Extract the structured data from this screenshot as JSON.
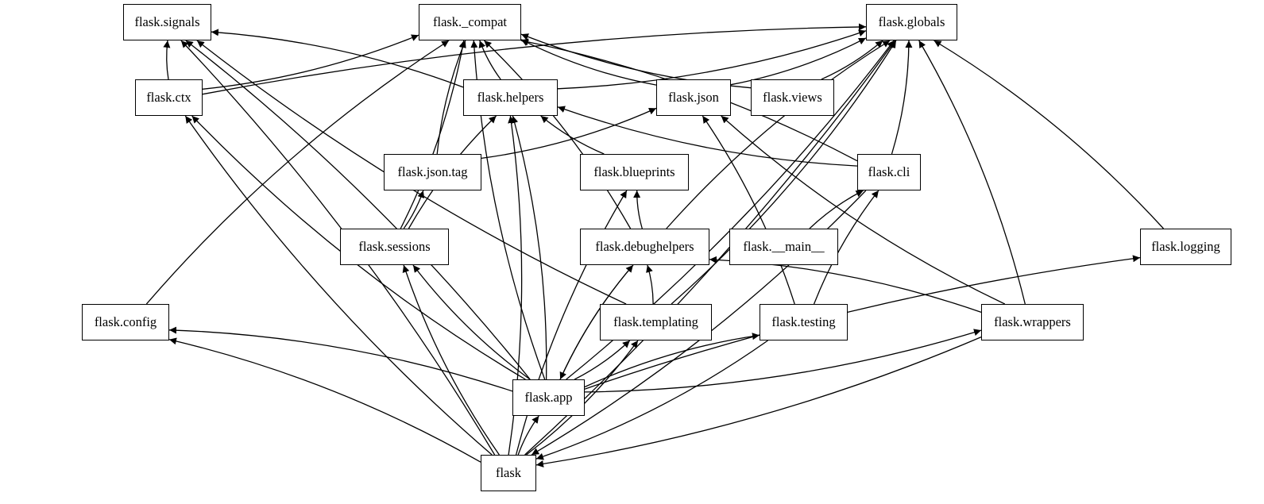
{
  "diagram": {
    "type": "module-dependency-graph",
    "colors": {
      "stroke": "#000000",
      "background": "#ffffff"
    },
    "nodes": [
      {
        "id": "signals",
        "label": "flask.signals"
      },
      {
        "id": "compat",
        "label": "flask._compat"
      },
      {
        "id": "globals",
        "label": "flask.globals"
      },
      {
        "id": "ctx",
        "label": "flask.ctx"
      },
      {
        "id": "helpers",
        "label": "flask.helpers"
      },
      {
        "id": "json",
        "label": "flask.json"
      },
      {
        "id": "views",
        "label": "flask.views"
      },
      {
        "id": "jsontag",
        "label": "flask.json.tag"
      },
      {
        "id": "blueprints",
        "label": "flask.blueprints"
      },
      {
        "id": "cli",
        "label": "flask.cli"
      },
      {
        "id": "sessions",
        "label": "flask.sessions"
      },
      {
        "id": "debughelpers",
        "label": "flask.debughelpers"
      },
      {
        "id": "main",
        "label": "flask.__main__"
      },
      {
        "id": "logging",
        "label": "flask.logging"
      },
      {
        "id": "config",
        "label": "flask.config"
      },
      {
        "id": "templating",
        "label": "flask.templating"
      },
      {
        "id": "testing",
        "label": "flask.testing"
      },
      {
        "id": "wrappers",
        "label": "flask.wrappers"
      },
      {
        "id": "app",
        "label": "flask.app"
      },
      {
        "id": "flask",
        "label": "flask"
      }
    ],
    "edges": [
      {
        "from": "ctx",
        "to": "signals"
      },
      {
        "from": "ctx",
        "to": "compat"
      },
      {
        "from": "ctx",
        "to": "globals"
      },
      {
        "from": "helpers",
        "to": "signals"
      },
      {
        "from": "helpers",
        "to": "compat"
      },
      {
        "from": "helpers",
        "to": "globals"
      },
      {
        "from": "json",
        "to": "compat"
      },
      {
        "from": "json",
        "to": "globals"
      },
      {
        "from": "views",
        "to": "compat"
      },
      {
        "from": "views",
        "to": "globals"
      },
      {
        "from": "jsontag",
        "to": "compat"
      },
      {
        "from": "jsontag",
        "to": "json"
      },
      {
        "from": "blueprints",
        "to": "helpers"
      },
      {
        "from": "cli",
        "to": "compat"
      },
      {
        "from": "cli",
        "to": "helpers"
      },
      {
        "from": "cli",
        "to": "globals"
      },
      {
        "from": "cli",
        "to": "flask"
      },
      {
        "from": "sessions",
        "to": "compat"
      },
      {
        "from": "sessions",
        "to": "helpers"
      },
      {
        "from": "sessions",
        "to": "jsontag"
      },
      {
        "from": "debughelpers",
        "to": "blueprints"
      },
      {
        "from": "debughelpers",
        "to": "compat"
      },
      {
        "from": "debughelpers",
        "to": "globals"
      },
      {
        "from": "debughelpers",
        "to": "app"
      },
      {
        "from": "main",
        "to": "cli"
      },
      {
        "from": "logging",
        "to": "globals"
      },
      {
        "from": "config",
        "to": "compat"
      },
      {
        "from": "templating",
        "to": "debughelpers"
      },
      {
        "from": "templating",
        "to": "signals"
      },
      {
        "from": "templating",
        "to": "globals"
      },
      {
        "from": "testing",
        "to": "cli"
      },
      {
        "from": "testing",
        "to": "json"
      },
      {
        "from": "testing",
        "to": "flask"
      },
      {
        "from": "wrappers",
        "to": "debughelpers"
      },
      {
        "from": "wrappers",
        "to": "json"
      },
      {
        "from": "wrappers",
        "to": "globals"
      },
      {
        "from": "wrappers",
        "to": "flask"
      },
      {
        "from": "app",
        "to": "signals"
      },
      {
        "from": "app",
        "to": "compat"
      },
      {
        "from": "app",
        "to": "globals"
      },
      {
        "from": "app",
        "to": "ctx"
      },
      {
        "from": "app",
        "to": "helpers"
      },
      {
        "from": "app",
        "to": "sessions"
      },
      {
        "from": "app",
        "to": "config"
      },
      {
        "from": "app",
        "to": "debughelpers"
      },
      {
        "from": "app",
        "to": "templating"
      },
      {
        "from": "app",
        "to": "testing"
      },
      {
        "from": "app",
        "to": "wrappers"
      },
      {
        "from": "app",
        "to": "logging"
      },
      {
        "from": "flask",
        "to": "signals"
      },
      {
        "from": "flask",
        "to": "ctx"
      },
      {
        "from": "flask",
        "to": "helpers"
      },
      {
        "from": "flask",
        "to": "sessions"
      },
      {
        "from": "flask",
        "to": "config"
      },
      {
        "from": "flask",
        "to": "blueprints"
      },
      {
        "from": "flask",
        "to": "templating"
      },
      {
        "from": "flask",
        "to": "app"
      },
      {
        "from": "flask",
        "to": "globals"
      }
    ]
  }
}
